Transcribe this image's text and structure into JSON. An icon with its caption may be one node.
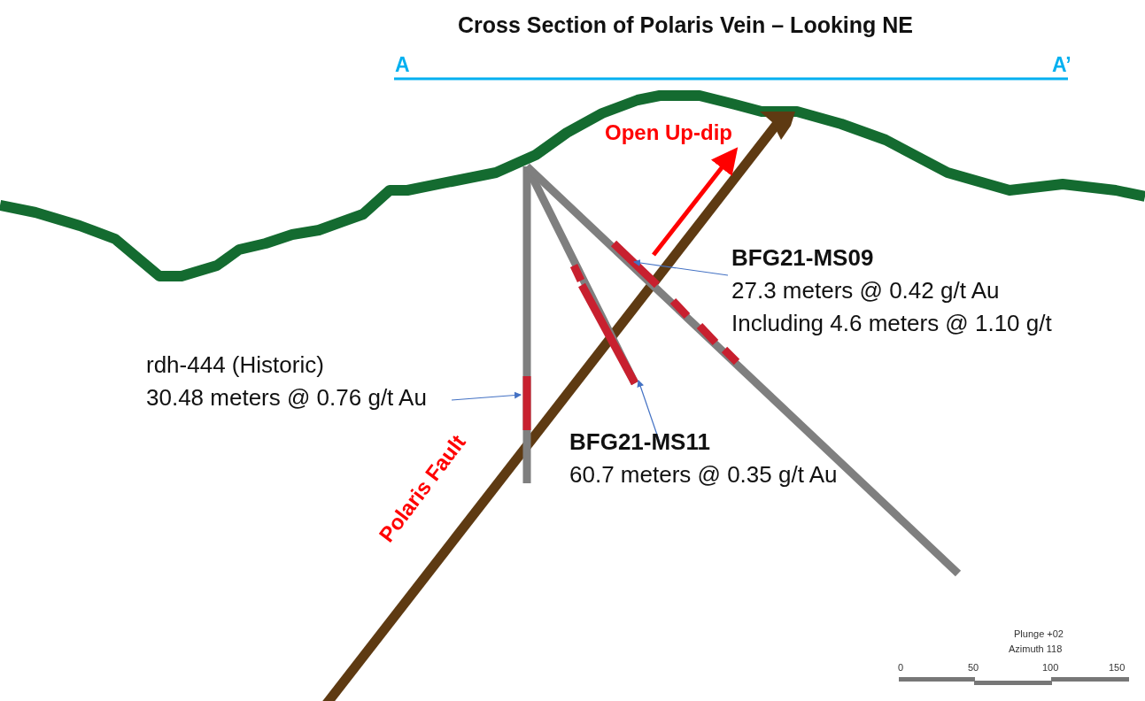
{
  "diagram": {
    "title": "Cross Section of Polaris Vein – Looking NE",
    "nodes": [
      {
        "text": [
          "rdh-444 (Historic)",
          "30.48 meters @ 0.76 g/t Au"
        ]
      },
      {
        "text": [
          "BFG21-MS09",
          "27.3 meters @ 0.42 g/t Au",
          "Including 4.6 meters @ 1.10 g/t"
        ]
      },
      {
        "text": [
          "BFG21-MS11",
          "60.7 meters @ 0.35 g/t Au"
        ]
      },
      {
        "text": [],
        "shape": "bar"
      },
      {
        "text": [],
        "shape": "bar"
      },
      {
        "text": [],
        "shape": "bar"
      }
    ],
    "edges": [
      {
        "from": 0,
        "to": 3,
        "arrow": "to"
      },
      {
        "from": 1,
        "to": 4,
        "arrow": "to"
      },
      {
        "from": 2,
        "to": 5,
        "arrow": "to"
      }
    ],
    "labels": [
      "A",
      "A’",
      "Open Up-dip",
      "Polaris Fault",
      "Plunge +02",
      "Azimuth 118",
      "0",
      "50",
      "100",
      "150"
    ]
  }
}
